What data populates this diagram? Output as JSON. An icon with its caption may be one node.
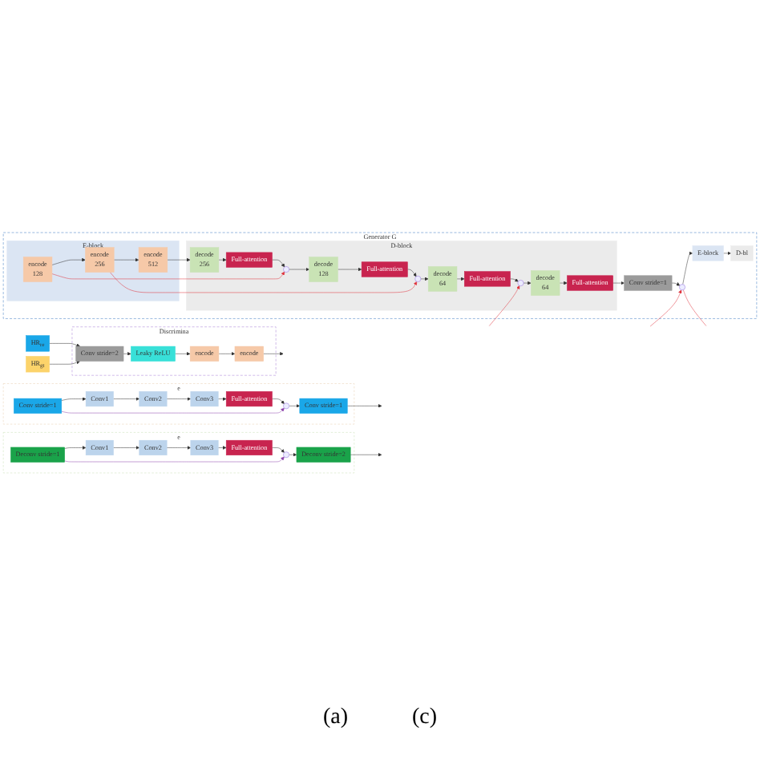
{
  "diagram": {
    "nodes": [
      {
        "text": [
          "Generator G"
        ]
      },
      {
        "text": [
          "E-block"
        ],
        "in": 0
      },
      {
        "text": [
          "encode",
          "128"
        ],
        "in": 1
      },
      {
        "text": [
          "encode",
          "256"
        ],
        "in": 1
      },
      {
        "text": [
          "encode",
          "512"
        ],
        "in": 1
      },
      {
        "text": [
          "D-block"
        ],
        "in": 0
      },
      {
        "text": [
          "decode",
          "256"
        ],
        "in": 5
      },
      {
        "text": [
          "Full-attention"
        ],
        "in": 5
      },
      {
        "text": [],
        "shape": "circle",
        "in": 5
      },
      {
        "text": [
          "decode",
          "128"
        ],
        "in": 5
      },
      {
        "text": [
          "Full-attention"
        ],
        "in": 5
      },
      {
        "text": [],
        "shape": "circle",
        "in": 5
      },
      {
        "text": [
          "decode",
          "64"
        ],
        "in": 5
      },
      {
        "text": [
          "Full-attention"
        ],
        "in": 5
      },
      {
        "text": [],
        "shape": "circle",
        "in": 5
      },
      {
        "text": [
          "decode",
          "64"
        ],
        "in": 5
      },
      {
        "text": [
          "Full-attention"
        ],
        "in": 5
      },
      {
        "text": [
          "Conv stride=1"
        ],
        "in": 0
      },
      {
        "text": [],
        "shape": "circle",
        "in": 0
      },
      {
        "text": [
          "E-block"
        ],
        "in": 0
      },
      {
        "text": [
          "D-bl"
        ],
        "in": 0
      },
      {
        "text": [
          "e"
        ]
      },
      {
        "text": [
          "Conv stride=1"
        ],
        "in": 21
      },
      {
        "text": [
          "Conv1"
        ],
        "in": 21
      },
      {
        "text": [
          "Conv2"
        ],
        "in": 21
      },
      {
        "text": [
          "Conv3"
        ],
        "in": 21
      },
      {
        "text": [
          "Full-attention"
        ],
        "in": 21
      },
      {
        "text": [],
        "shape": "circle",
        "in": 21
      },
      {
        "text": [
          "Conv stride=1"
        ],
        "in": 21
      },
      {
        "text": [
          "e"
        ]
      },
      {
        "text": [
          "Deconv stride=1"
        ],
        "in": 29
      },
      {
        "text": [
          "Conv1"
        ],
        "in": 29
      },
      {
        "text": [
          "Conv2"
        ],
        "in": 29
      },
      {
        "text": [
          "Conv3"
        ],
        "in": 29
      },
      {
        "text": [
          "Full-attention"
        ],
        "in": 29
      },
      {
        "text": [],
        "shape": "circle",
        "in": 29
      },
      {
        "text": [
          "Deconv stride=2"
        ],
        "in": 29
      },
      {
        "text": [
          "HR$_{re}$"
        ]
      },
      {
        "text": [
          "HR$_{gt}$"
        ]
      },
      {
        "text": [
          "Discrimina"
        ]
      },
      {
        "text": [
          "Conv stride=2"
        ],
        "in": 39
      },
      {
        "text": [
          "Leaky ReLU"
        ],
        "in": 39
      },
      {
        "text": [
          "encode"
        ],
        "in": 39
      },
      {
        "text": [
          "encode"
        ],
        "in": 39
      }
    ],
    "edges": [
      {
        "from": 2,
        "to": 3,
        "arrow": "to"
      },
      {
        "from": 3,
        "to": 4,
        "arrow": "to"
      },
      {
        "from": 4,
        "to": 6,
        "arrow": "to"
      },
      {
        "from": 6,
        "to": 7,
        "arrow": "to"
      },
      {
        "from": 7,
        "to": 8,
        "arrow": "to"
      },
      {
        "from": 8,
        "to": 9,
        "arrow": "to"
      },
      {
        "from": 9,
        "to": 10,
        "arrow": "to"
      },
      {
        "from": 10,
        "to": 11,
        "arrow": "to"
      },
      {
        "from": 11,
        "to": 12,
        "arrow": "to"
      },
      {
        "from": 12,
        "to": 13,
        "arrow": "to"
      },
      {
        "from": 13,
        "to": 14,
        "arrow": "to"
      },
      {
        "from": 14,
        "to": 15,
        "arrow": "to"
      },
      {
        "from": 15,
        "to": 16,
        "arrow": "to"
      },
      {
        "from": 16,
        "to": 17,
        "arrow": "to"
      },
      {
        "from": 17,
        "to": 18,
        "arrow": "to"
      },
      {
        "from": 18,
        "to": 19,
        "arrow": "to"
      },
      {
        "from": 19,
        "to": 20,
        "arrow": "to"
      },
      {
        "from": 2,
        "to": 8,
        "arrow": "to",
        "color": "#e0323c"
      },
      {
        "from": 3,
        "to": 11,
        "arrow": "to",
        "color": "#e0323c"
      },
      {
        "from": null,
        "to": 14,
        "arrow": "to",
        "color": "#e0323c"
      },
      {
        "from": null,
        "to": 18,
        "arrow": "to",
        "color": "#e0323c"
      },
      {
        "from": 18,
        "to": null,
        "arrow": "none",
        "color": "#e0323c"
      },
      {
        "from": 22,
        "to": 23,
        "arrow": "to"
      },
      {
        "from": 23,
        "to": 24,
        "arrow": "to"
      },
      {
        "from": 24,
        "to": 25,
        "arrow": "to"
      },
      {
        "from": 25,
        "to": 26,
        "arrow": "to"
      },
      {
        "from": 26,
        "to": 27,
        "arrow": "to"
      },
      {
        "from": 27,
        "to": 28,
        "arrow": "to"
      },
      {
        "from": 28,
        "to": null,
        "arrow": "to"
      },
      {
        "from": 22,
        "to": 27,
        "arrow": "to",
        "color": "#8e44ad"
      },
      {
        "from": 30,
        "to": 31,
        "arrow": "to"
      },
      {
        "from": 31,
        "to": 32,
        "arrow": "to"
      },
      {
        "from": 32,
        "to": 33,
        "arrow": "to"
      },
      {
        "from": 33,
        "to": 34,
        "arrow": "to"
      },
      {
        "from": 34,
        "to": 35,
        "arrow": "to"
      },
      {
        "from": 35,
        "to": 36,
        "arrow": "to"
      },
      {
        "from": 36,
        "to": null,
        "arrow": "to"
      },
      {
        "from": 30,
        "to": 35,
        "arrow": "to",
        "color": "#8e44ad"
      },
      {
        "from": 37,
        "to": 40,
        "arrow": "to"
      },
      {
        "from": 38,
        "to": 40,
        "arrow": "to"
      },
      {
        "from": 40,
        "to": 41,
        "arrow": "to"
      },
      {
        "from": 41,
        "to": 42,
        "arrow": "to"
      },
      {
        "from": 42,
        "to": 43,
        "arrow": "to"
      },
      {
        "from": 43,
        "to": null,
        "arrow": "to"
      }
    ],
    "labels": [
      "(a)",
      "(c)"
    ]
  }
}
